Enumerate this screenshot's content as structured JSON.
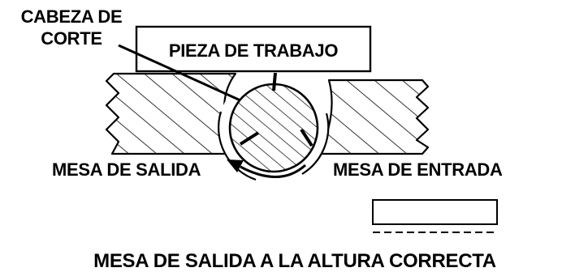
{
  "labels": {
    "cutter_head_line1": "CABEZA DE",
    "cutter_head_line2": "CORTE",
    "workpiece": "PIEZA DE TRABAJO",
    "outfeed_table": "MESA DE SALIDA",
    "infeed_table": "MESA DE ENTRADA",
    "caption": "MESA DE SALIDA A LA ALTURA CORRECTA"
  },
  "colors": {
    "ink": "#000000",
    "background": "#ffffff"
  }
}
